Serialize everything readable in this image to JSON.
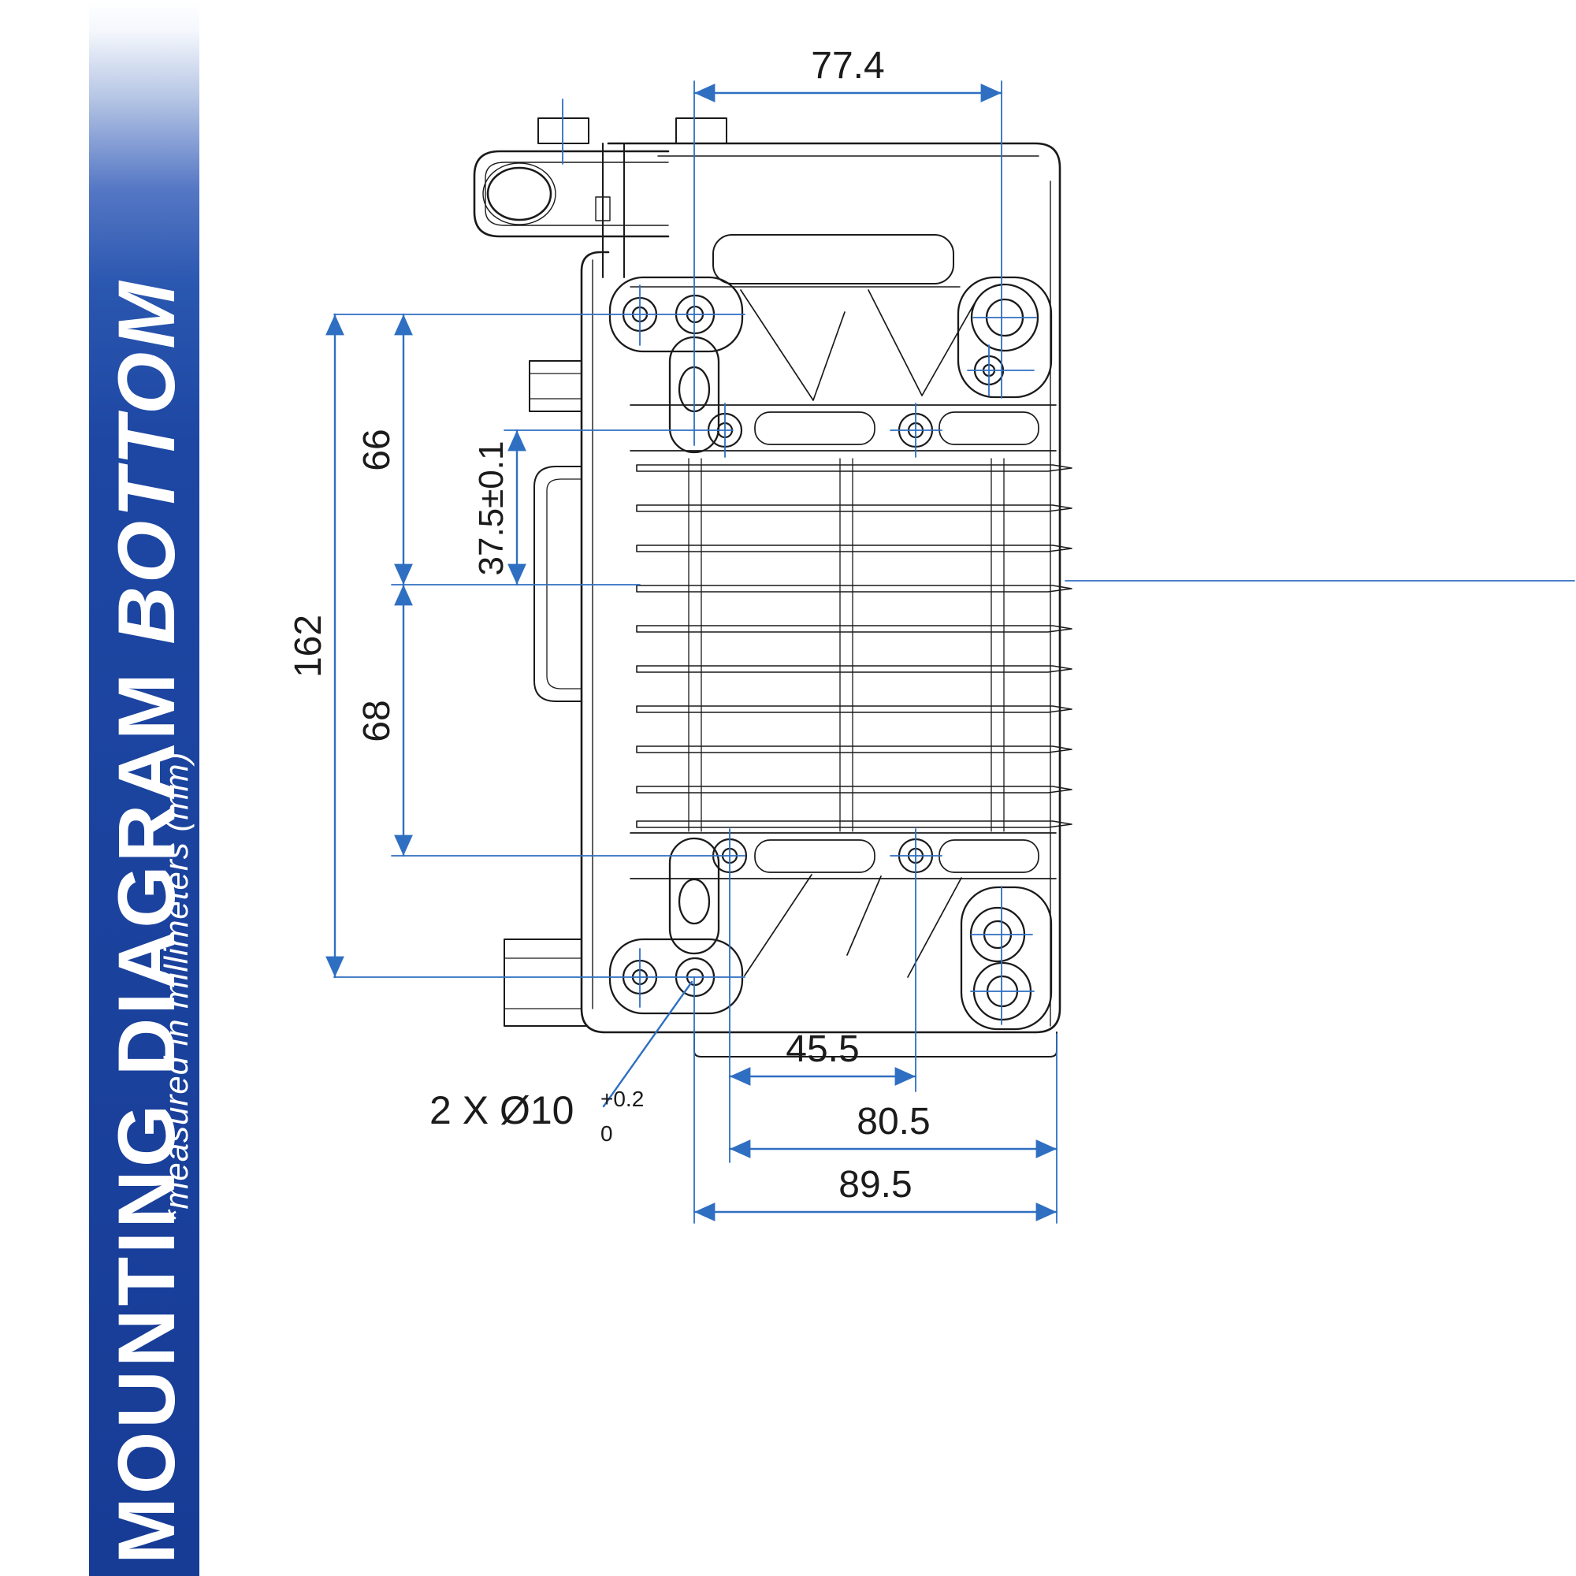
{
  "banner": {
    "title": "MOUNTING DIAGRAM ",
    "title_emphasis": "BOTTOM",
    "subtitle": "*measured in millimeters (mm)"
  },
  "dimensions": {
    "top_hole_spacing": "77.4",
    "upper_section_height": "66",
    "offset_height": "37.5±0.1",
    "overall_height": "162",
    "lower_section_height": "68",
    "lower_hole_spacing": "45.5",
    "lower_width_mid": "80.5",
    "lower_width_outer": "89.5"
  },
  "callout": {
    "text": "2 X Ø10",
    "tolerance_upper": "+0.2",
    "tolerance_lower": "0"
  },
  "colors": {
    "dimension_blue": "#2f6fc1",
    "banner_blue": "#1c449c",
    "line_black": "#1a1a1a"
  }
}
